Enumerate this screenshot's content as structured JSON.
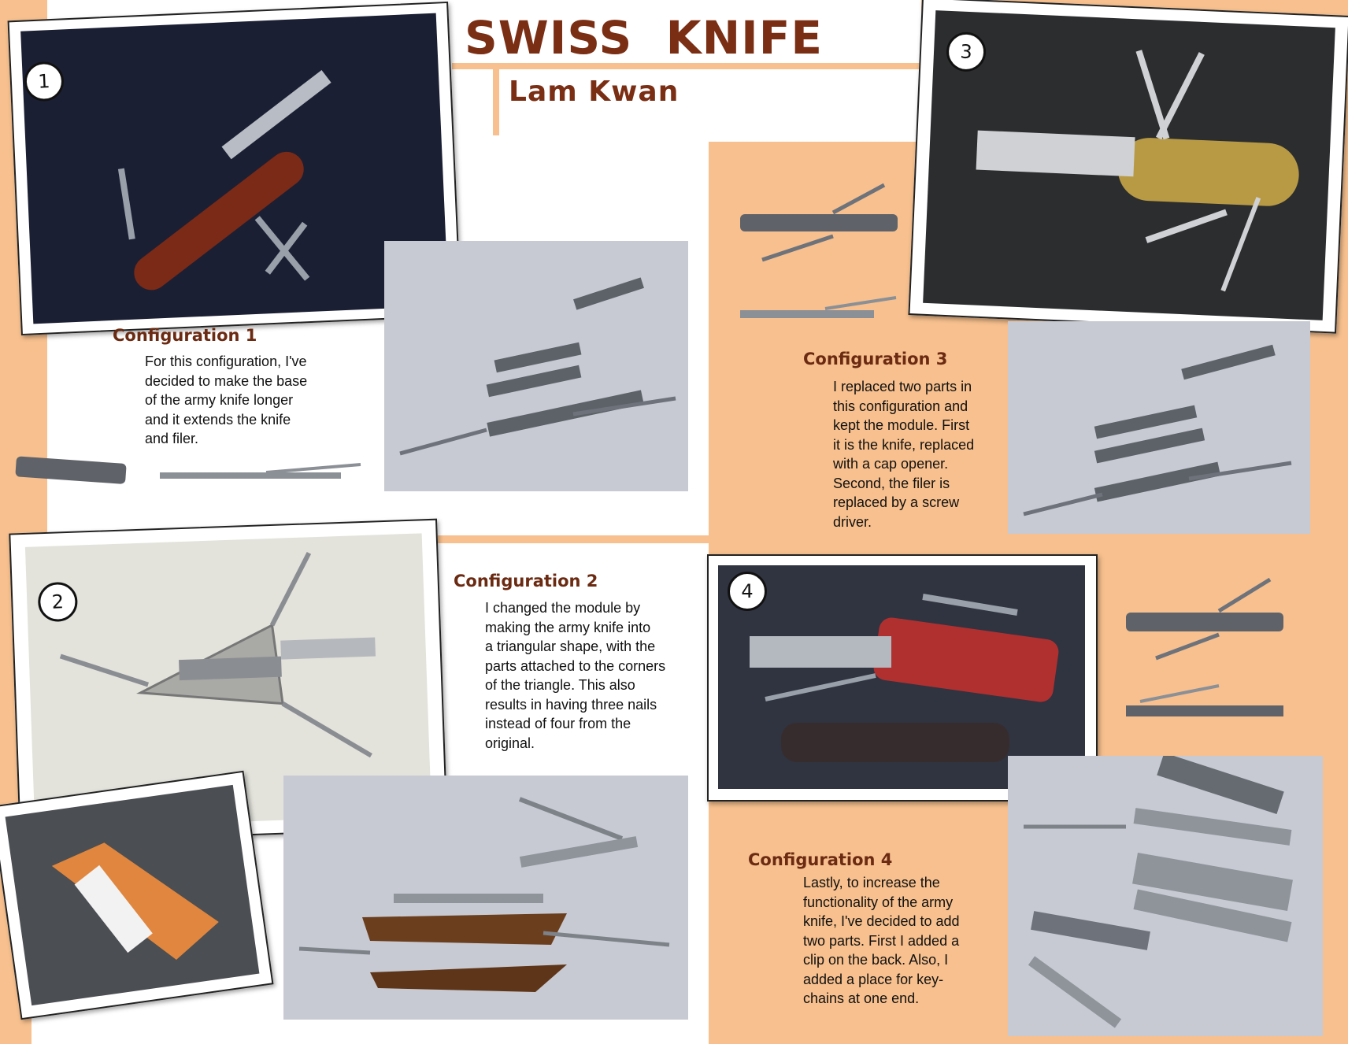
{
  "header": {
    "title": "SWISS  KNIFE",
    "author": "Lam Kwan"
  },
  "colors": {
    "accent_orange": "#f7c08e",
    "title_brown": "#7a2e14",
    "diagram_bg": "#c7cad3"
  },
  "configurations": [
    {
      "number": "1",
      "heading": "Configuration 1",
      "lines": [
        "For this configuration, I've",
        "decided to make the base",
        "of the army knife longer",
        "and it extends the knife",
        "and filer."
      ]
    },
    {
      "number": "2",
      "heading": "Configuration 2",
      "lines": [
        "I changed the module by",
        "making the army knife into",
        "a triangular shape, with the",
        "parts attached to the corners",
        "of the triangle. This also",
        "results in having three nails",
        "instead of four from the",
        "original."
      ]
    },
    {
      "number": "3",
      "heading": "Configuration 3",
      "lines": [
        "I replaced two parts in",
        "this configuration and",
        "kept the module. First",
        "it is the knife, replaced",
        "with a cap opener.",
        "Second, the filer is",
        "replaced by a screw",
        "driver."
      ]
    },
    {
      "number": "4",
      "heading": "Configuration 4",
      "lines": [
        "Lastly, to increase the",
        "functionality of the army",
        "knife, I've decided to add",
        "two parts. First I added a",
        "clip on the back. Also, I",
        "added a place for key-",
        "chains at one end."
      ]
    }
  ]
}
